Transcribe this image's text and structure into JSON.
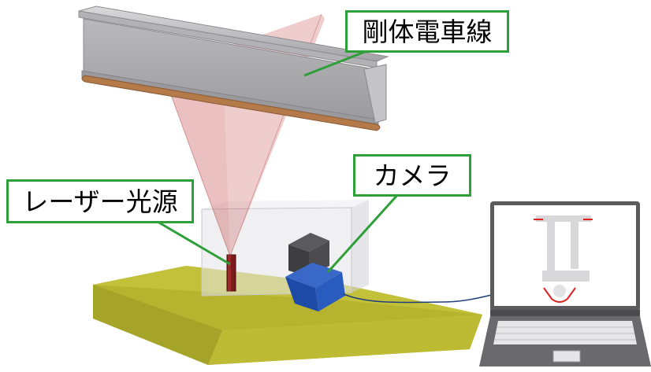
{
  "labels": {
    "rail": "剛体電車線",
    "camera": "カメラ",
    "laser": "レーザー光源"
  },
  "colors": {
    "callout_border": "#2f9f3a",
    "beam": "#c94b4b",
    "steel": "#a9a9ac",
    "contact_wire": "#b0784a",
    "ground": "#b7b531",
    "camera_body": "#1e4fb0",
    "cable": "#1f3f7a",
    "laser_source": "#7a1b1b",
    "profile_marks": "#e02020"
  }
}
